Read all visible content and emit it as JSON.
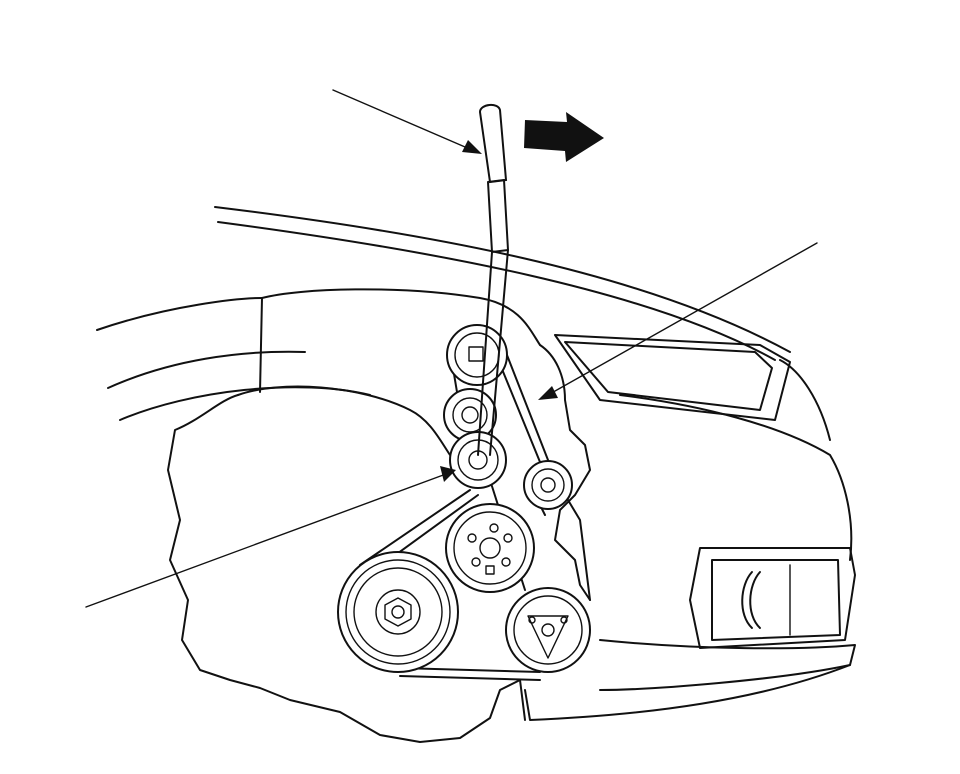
{
  "diagram": {
    "description_visible_text": "",
    "colors": {
      "line": "#111111",
      "background": "#ffffff"
    },
    "callouts": [
      {
        "id": "callout-tool-handle"
      },
      {
        "id": "callout-belt"
      },
      {
        "id": "callout-tensioner-bolt"
      }
    ],
    "direction_arrow": {
      "icon": "thick-arrow-right-icon"
    }
  }
}
